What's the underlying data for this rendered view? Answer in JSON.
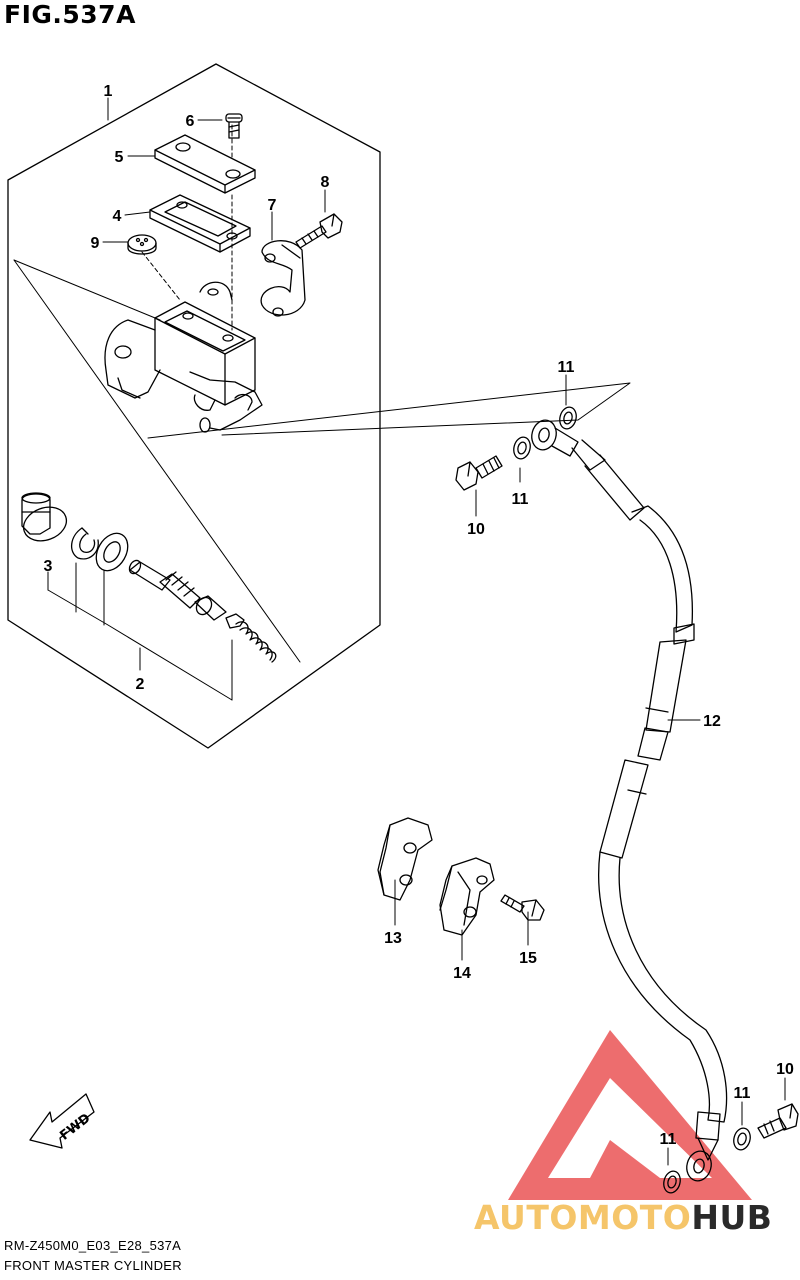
{
  "figure": {
    "title": "FIG.537A",
    "code": "RM-Z450M0_E03_E28_537A",
    "name": "FRONT MASTER CYLINDER"
  },
  "callouts": [
    "1",
    "2",
    "3",
    "4",
    "5",
    "6",
    "7",
    "8",
    "9",
    "10",
    "10",
    "11",
    "11",
    "11",
    "11",
    "12",
    "13",
    "14",
    "15"
  ],
  "fwd_label": "FWD",
  "watermark": {
    "part1": "AUTOMOTO",
    "part2": "HUB"
  },
  "colors": {
    "line": "#000000",
    "watermark_red": "#e8484a",
    "watermark_gold": "#f5c56a",
    "watermark_dark": "#2a2a2a"
  }
}
